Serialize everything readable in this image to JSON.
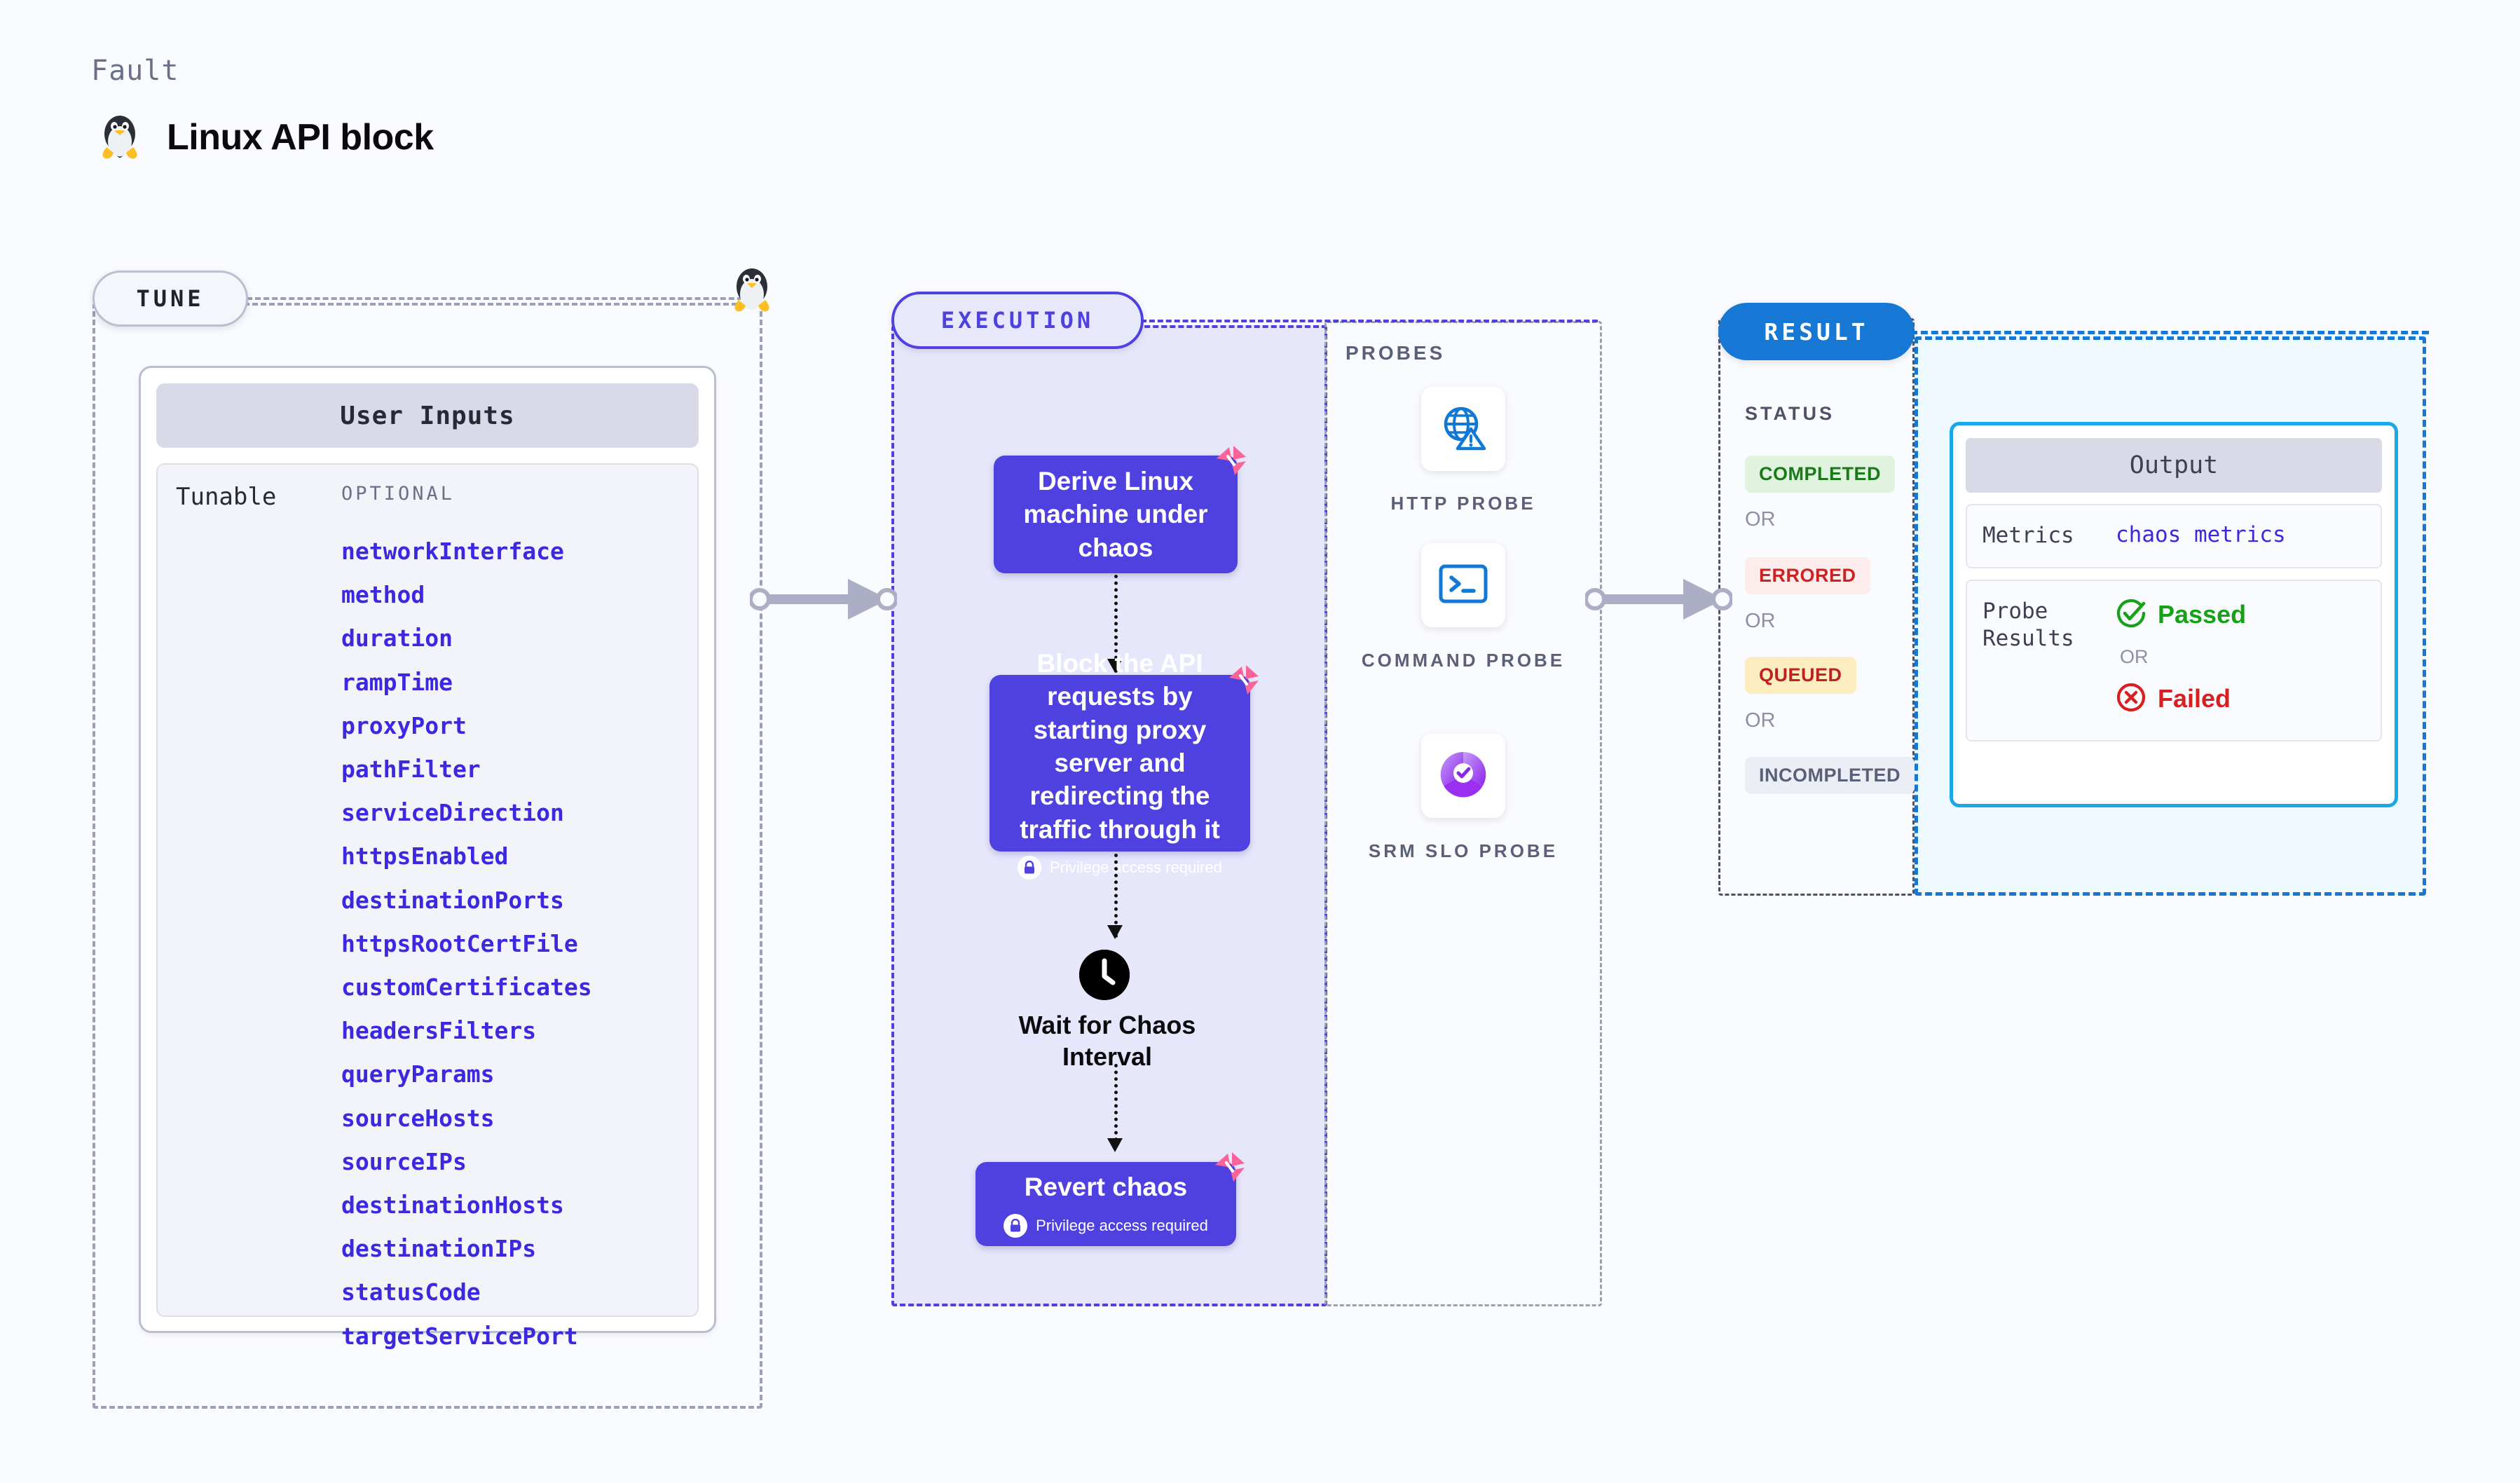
{
  "header": {
    "eyebrow": "Fault",
    "title": "Linux API block",
    "icon": "tux-penguin-icon"
  },
  "tune": {
    "pill_label": "TUNE",
    "card_title": "User Inputs",
    "tunable_label": "Tunable",
    "optional_label": "OPTIONAL",
    "tunables": [
      "networkInterface",
      "method",
      "duration",
      "rampTime",
      "proxyPort",
      "pathFilter",
      "serviceDirection",
      "httpsEnabled",
      "destinationPorts",
      "httpsRootCertFile",
      "customCertificates",
      "headersFilters",
      "queryParams",
      "sourceHosts",
      "sourceIPs",
      "destinationHosts",
      "destinationIPs",
      "statusCode",
      "targetServicePort"
    ]
  },
  "execution": {
    "pill_label": "EXECUTION",
    "steps": [
      {
        "id": "derive",
        "title": "Derive Linux machine under chaos",
        "privilege": null
      },
      {
        "id": "block",
        "title": "Block the API requests by starting proxy server and redirecting the traffic through it",
        "privilege": "Privilege access required"
      },
      {
        "id": "wait",
        "title": "Wait for Chaos Interval",
        "privilege": null
      },
      {
        "id": "revert",
        "title": "Revert chaos",
        "privilege": "Privilege access required"
      }
    ]
  },
  "probes": {
    "section_label": "PROBES",
    "items": [
      {
        "icon": "globe-warning-icon",
        "label": "HTTP PROBE"
      },
      {
        "icon": "terminal-prompt-icon",
        "label": "COMMAND PROBE"
      },
      {
        "icon": "srm-slo-check-icon",
        "label": "SRM SLO PROBE"
      }
    ]
  },
  "result": {
    "pill_label": "RESULT",
    "status_label": "STATUS",
    "or_label": "OR",
    "statuses": [
      {
        "label": "COMPLETED",
        "bg": "#dff3de",
        "fg": "#1a7a1a"
      },
      {
        "label": "ERRORED",
        "bg": "#fdecec",
        "fg": "#cc2222"
      },
      {
        "label": "QUEUED",
        "bg": "#fdeec2",
        "fg": "#c02020"
      },
      {
        "label": "INCOMPLETED",
        "bg": "#eceef5",
        "fg": "#5a6078"
      }
    ],
    "output": {
      "title": "Output",
      "metrics_key": "Metrics",
      "metrics_value": "chaos metrics",
      "probe_key": "Probe Results",
      "passed_label": "Passed",
      "failed_label": "Failed",
      "or_label": "OR"
    }
  },
  "colors": {
    "primary_purple": "#4f41e0",
    "tunable_blue": "#3b28e0",
    "result_blue": "#1678d4",
    "output_cyan": "#19a9e8",
    "badge_pink": "#fc6499",
    "pass_green": "#17a117",
    "fail_red": "#d81f1f"
  }
}
